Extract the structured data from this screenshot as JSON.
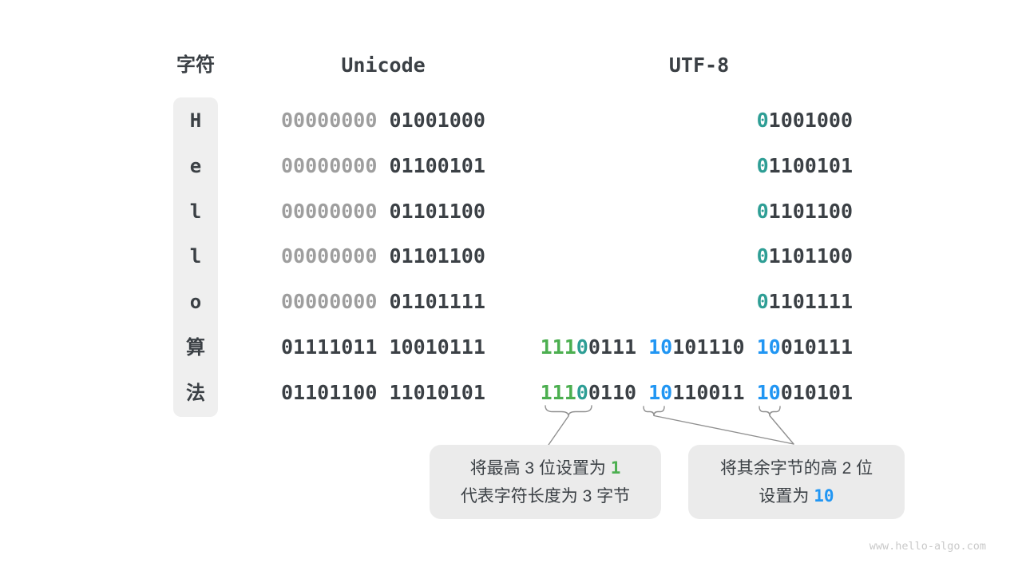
{
  "page": {
    "watermark": "www.hello-algo.com",
    "background": "#ffffff"
  },
  "colors": {
    "dark_text": "#3B4045",
    "gray_leading_zero": "#9E9E9E",
    "green_prefix_one": "#4CAF50",
    "teal_prefix_zero": "#2E9E95",
    "blue_continuation": "#2196F3",
    "column_bg": "#EFEFEF",
    "callout_bg": "#EBEBEB",
    "leader_line": "#909090",
    "watermark": "#C9C9C9"
  },
  "headers": {
    "character": "字符",
    "unicode": "Unicode",
    "utf8": "UTF-8"
  },
  "rows": [
    {
      "char": "H",
      "unicode": [
        {
          "t": "00000000",
          "c": "gray"
        },
        {
          "t": " 01001000",
          "c": "dark"
        }
      ],
      "utf8": [
        {
          "t": "0",
          "c": "teal"
        },
        {
          "t": "1001000",
          "c": "dark"
        }
      ]
    },
    {
      "char": "e",
      "unicode": [
        {
          "t": "00000000",
          "c": "gray"
        },
        {
          "t": " 01100101",
          "c": "dark"
        }
      ],
      "utf8": [
        {
          "t": "0",
          "c": "teal"
        },
        {
          "t": "1100101",
          "c": "dark"
        }
      ]
    },
    {
      "char": "l",
      "unicode": [
        {
          "t": "00000000",
          "c": "gray"
        },
        {
          "t": " 01101100",
          "c": "dark"
        }
      ],
      "utf8": [
        {
          "t": "0",
          "c": "teal"
        },
        {
          "t": "1101100",
          "c": "dark"
        }
      ]
    },
    {
      "char": "l",
      "unicode": [
        {
          "t": "00000000",
          "c": "gray"
        },
        {
          "t": " 01101100",
          "c": "dark"
        }
      ],
      "utf8": [
        {
          "t": "0",
          "c": "teal"
        },
        {
          "t": "1101100",
          "c": "dark"
        }
      ]
    },
    {
      "char": "o",
      "unicode": [
        {
          "t": "00000000",
          "c": "gray"
        },
        {
          "t": " 01101111",
          "c": "dark"
        }
      ],
      "utf8": [
        {
          "t": "0",
          "c": "teal"
        },
        {
          "t": "1101111",
          "c": "dark"
        }
      ]
    },
    {
      "char": "算",
      "unicode": [
        {
          "t": "01111011 10010111",
          "c": "dark"
        }
      ],
      "utf8": [
        {
          "t": "111",
          "c": "green"
        },
        {
          "t": "0",
          "c": "teal"
        },
        {
          "t": "0111 ",
          "c": "dark"
        },
        {
          "t": "10",
          "c": "blue"
        },
        {
          "t": "101110 ",
          "c": "dark"
        },
        {
          "t": "10",
          "c": "blue"
        },
        {
          "t": "010111",
          "c": "dark"
        }
      ]
    },
    {
      "char": "法",
      "unicode": [
        {
          "t": "01101100 11010101",
          "c": "dark"
        }
      ],
      "utf8": [
        {
          "t": "111",
          "c": "green"
        },
        {
          "t": "0",
          "c": "teal"
        },
        {
          "t": "0110 ",
          "c": "dark"
        },
        {
          "t": "10",
          "c": "blue"
        },
        {
          "t": "110011 ",
          "c": "dark"
        },
        {
          "t": "10",
          "c": "blue"
        },
        {
          "t": "010101",
          "c": "dark"
        }
      ]
    }
  ],
  "callouts": [
    {
      "lines": [
        [
          {
            "t": "将最高 3 位设置为 ",
            "c": "dark"
          },
          {
            "t": "1",
            "c": "green",
            "num": true
          }
        ],
        [
          {
            "t": "代表字符长度为 3 字节",
            "c": "dark"
          }
        ]
      ]
    },
    {
      "lines": [
        [
          {
            "t": "将其余字节的高 2 位",
            "c": "dark"
          }
        ],
        [
          {
            "t": "设置为 ",
            "c": "dark"
          },
          {
            "t": "10",
            "c": "blue",
            "num": true
          }
        ]
      ]
    }
  ]
}
